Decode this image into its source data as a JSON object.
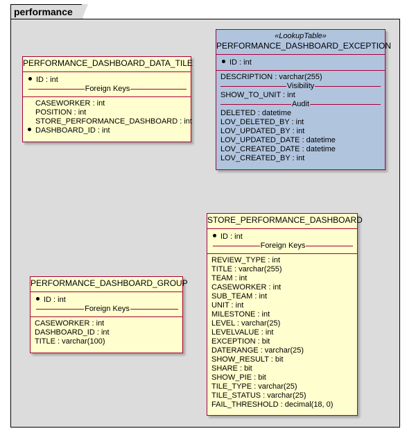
{
  "package": {
    "name": "performance"
  },
  "entities": {
    "data_tile": {
      "name": "PERFORMANCE_DASHBOARD_DATA_TILE",
      "pk": "ID : int",
      "divider": "Foreign Keys",
      "fields": [
        "CASEWORKER : int",
        "POSITION : int",
        "STORE_PERFORMANCE_DASHBOARD : int"
      ],
      "fk_bullet_field": "DASHBOARD_ID : int"
    },
    "exception": {
      "stereotype": "«LookupTable»",
      "name": "PERFORMANCE_DASHBOARD_EXCEPTION",
      "pk": "ID : int",
      "field_1": "DESCRIPTION : varchar(255)",
      "divider_visibility": "Visibility",
      "visibility_field": "SHOW_TO_UNIT : int",
      "divider_audit": "Audit",
      "audit_fields": [
        "DELETED : datetime",
        "LOV_DELETED_BY : int",
        "LOV_UPDATED_BY : int",
        "LOV_UPDATED_DATE : datetime",
        "LOV_CREATED_DATE : datetime",
        "LOV_CREATED_BY : int"
      ]
    },
    "group": {
      "name": "PERFORMANCE_DASHBOARD_GROUP",
      "pk": "ID : int",
      "divider": "Foreign Keys",
      "fields": [
        "CASEWORKER : int",
        "DASHBOARD_ID : int",
        "TITLE : varchar(100)"
      ]
    },
    "store": {
      "name": "STORE_PERFORMANCE_DASHBOARD",
      "pk": "ID : int",
      "divider": "Foreign Keys",
      "fields": [
        "REVIEW_TYPE : int",
        "TITLE : varchar(255)",
        "TEAM : int",
        "CASEWORKER : int",
        "SUB_TEAM : int",
        "UNIT : int",
        "MILESTONE : int",
        "LEVEL : varchar(25)",
        "LEVELVALUE : int",
        "EXCEPTION : bit",
        "DATERANGE : varchar(25)",
        "SHOW_RESULT : bit",
        "SHARE : bit",
        "SHOW_PIE : bit",
        "TILE_TYPE : varchar(25)",
        "TILE_STATUS : varchar(25)",
        "FAIL_THRESHOLD : decimal(18, 0)"
      ]
    }
  },
  "colors": {
    "entity_fill": "#fefece",
    "lookup_fill": "#b0c4de",
    "border": "#a80036",
    "package_fill": "#dcdcdc"
  }
}
